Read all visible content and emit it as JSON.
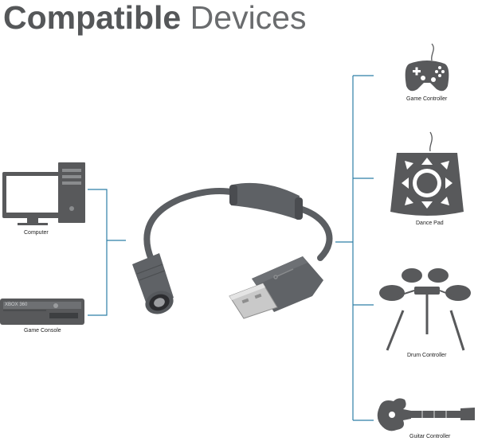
{
  "heading": {
    "bold": "Compatible",
    "light": "Devices"
  },
  "devices_left": {
    "computer": "Computer",
    "console": "Game Console",
    "console_brand": "XBOX 360"
  },
  "devices_right": {
    "controller": "Game Controller",
    "dance_pad": "Dance Pad",
    "drum": "Drum Controller",
    "guitar": "Guitar Controller"
  },
  "colors": {
    "line": "#2e7fa6",
    "icon": "#58595b",
    "cable": "#5b5e62",
    "metal": "#c9c9c9"
  },
  "icons": {
    "computer": "desktop-computer-icon",
    "console": "game-console-icon",
    "controller": "gamepad-icon",
    "dance_pad": "dance-pad-icon",
    "drum": "drum-kit-icon",
    "guitar": "guitar-icon",
    "product": "usb-breakaway-cable"
  }
}
